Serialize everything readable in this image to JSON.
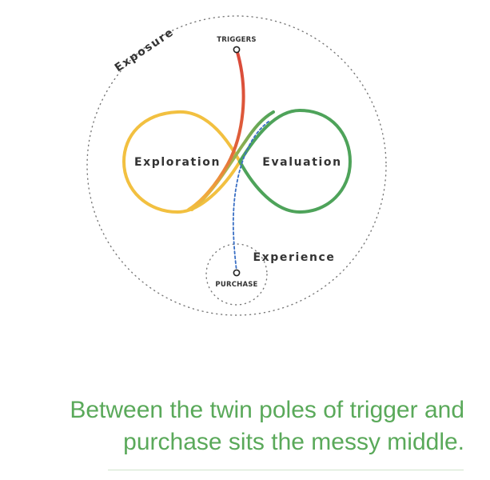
{
  "diagram": {
    "exposure_label": "Exposure",
    "exploration_label": "Exploration",
    "evaluation_label": "Evaluation",
    "experience_label": "Experience",
    "triggers_label": "TRIGGERS",
    "purchase_label": "PURCHASE",
    "colors": {
      "exploration": "#f2c040",
      "evaluation": "#4ea35a",
      "trigger_path": "#d9483a",
      "purchase_path": "#3a6fc4",
      "dotted": "#777777"
    }
  },
  "caption": {
    "line1": "Between the twin poles of trigger and",
    "line2": "purchase sits the messy middle."
  }
}
